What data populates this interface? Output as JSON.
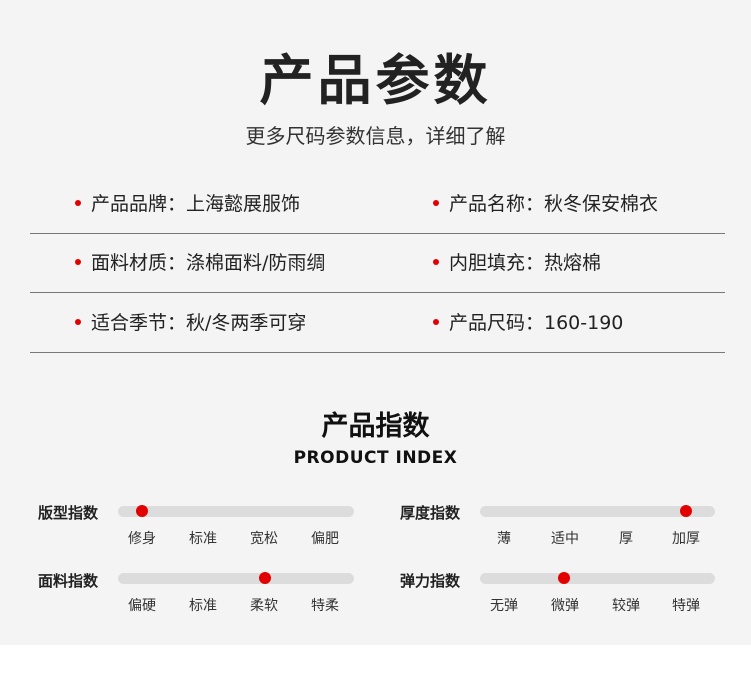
{
  "header": {
    "title": "产品参数",
    "subtitle": "更多尺码参数信息，详细了解"
  },
  "params": [
    {
      "left": "产品品牌：上海懿展服饰",
      "right": "产品名称：秋冬保安棉衣"
    },
    {
      "left": "面料材质：涤棉面料/防雨绸",
      "right": "内胆填充：热熔棉"
    },
    {
      "left": "适合季节：秋/冬两季可穿",
      "right": "产品尺码：160-190"
    }
  ],
  "index_section": {
    "title": "产品指数",
    "subtitle": "PRODUCT INDEX"
  },
  "indices": [
    {
      "label": "版型指数",
      "ticks": [
        "修身",
        "标准",
        "宽松",
        "偏肥"
      ],
      "level": 0.0
    },
    {
      "label": "厚度指数",
      "ticks": [
        "薄",
        "适中",
        "厚",
        "加厚"
      ],
      "level": 1.0
    },
    {
      "label": "面料指数",
      "ticks": [
        "偏硬",
        "标准",
        "柔软",
        "特柔"
      ],
      "level": 0.67
    },
    {
      "label": "弹力指数",
      "ticks": [
        "无弹",
        "微弹",
        "较弹",
        "特弹"
      ],
      "level": 0.33
    }
  ],
  "colors": {
    "accent": "#e20000",
    "track": "#dcdcdc",
    "panel": "#f4f4f4"
  }
}
